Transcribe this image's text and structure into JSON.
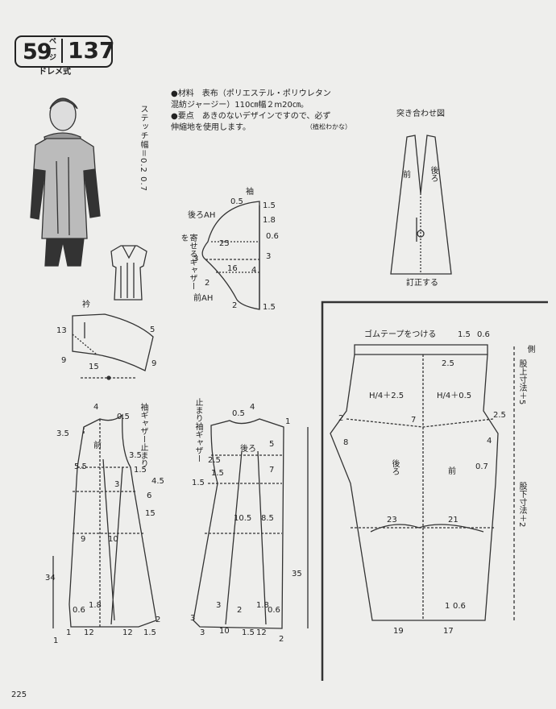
{
  "header": {
    "page_num": "59",
    "page_unit": "ページ",
    "pattern_no": "137",
    "style": "ドレメ式"
  },
  "materials": {
    "line1": "●材料　表布（ポリエステル・ポリウレタン",
    "line2": "混紡ジャージー）110㎝幅２m20㎝。",
    "line3": "●要点　あきのないデザインですので、必ず",
    "line4": "伸縮地を使用します。",
    "author": "（植松わかな）"
  },
  "stitch_note": "ステッチ幅＝0.2 0.7",
  "sleeve": {
    "title": "袖",
    "back_ah": "後ろAH",
    "front_ah": "前AH",
    "gather": "寄せるギャザーを",
    "nums": [
      "0.5",
      "1.5",
      "1.8",
      "0.6",
      "25",
      "3",
      "16",
      "4",
      "3",
      "2",
      "2",
      "1.5"
    ]
  },
  "collar": {
    "title": "衿",
    "nums": [
      "13",
      "5",
      "9",
      "15",
      "9"
    ]
  },
  "front_bodice": {
    "label": "前",
    "stop": "袖ギャザー止まり",
    "nums": [
      "4",
      "0.5",
      "3.5",
      "3.5",
      "5.5",
      "1.5",
      "3",
      "4.5",
      "6",
      "15",
      "9",
      "10",
      "34",
      "0.6",
      "1.8",
      "1",
      "2",
      "12",
      "12",
      "1.5",
      "1"
    ]
  },
  "back_bodice": {
    "label": "後ろ",
    "stop": "止まり袖ギャザー",
    "nums": [
      "0.5",
      "4",
      "1",
      "5",
      "2.5",
      "1.5",
      "1.5",
      "10.5",
      "8.5",
      "7",
      "35",
      "3",
      "2",
      "1.8",
      "0.6",
      "3",
      "10",
      "12",
      "2",
      "3",
      "1.5"
    ]
  },
  "diagram": {
    "title": "突き合わせ図",
    "front": "前",
    "back": "後ろ",
    "note": "訂正する"
  },
  "pants": {
    "elastic": "ゴムテープをつける",
    "back": "後ろ",
    "front": "前",
    "side_label": "股上寸法＋5",
    "side_label2": "股下寸法＋2",
    "side_top": "側",
    "h4a": "H/4＋2.5",
    "h4b": "H/4＋0.5",
    "nums": [
      "1.5",
      "0.6",
      "2.5",
      "7",
      "2",
      "2.5",
      "8",
      "4",
      "0.7",
      "23",
      "21",
      "1",
      "0.6",
      "19",
      "17"
    ]
  },
  "page_number": "225"
}
